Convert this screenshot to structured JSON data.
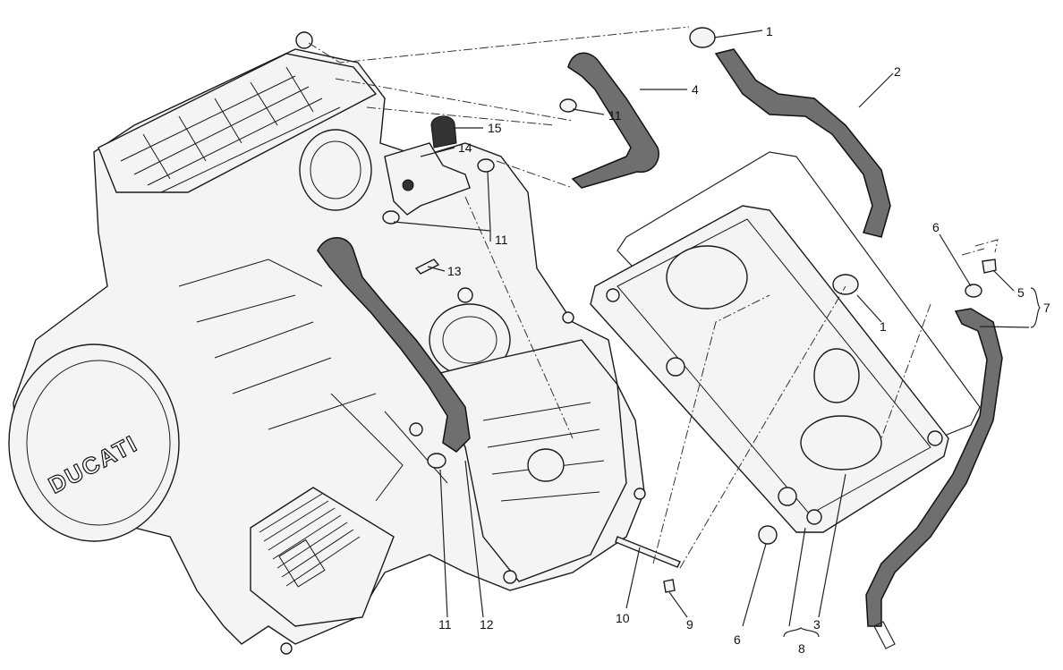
{
  "logo_text": "DUCATI",
  "callouts": [
    {
      "id": "c1a",
      "label": "1"
    },
    {
      "id": "c2",
      "label": "2"
    },
    {
      "id": "c4",
      "label": "4"
    },
    {
      "id": "c11a",
      "label": "11"
    },
    {
      "id": "c15",
      "label": "15"
    },
    {
      "id": "c14",
      "label": "14"
    },
    {
      "id": "c11b",
      "label": "11"
    },
    {
      "id": "c13",
      "label": "13"
    },
    {
      "id": "c6a",
      "label": "6"
    },
    {
      "id": "c5",
      "label": "5"
    },
    {
      "id": "c7",
      "label": "7"
    },
    {
      "id": "c1b",
      "label": "1"
    },
    {
      "id": "c11c",
      "label": "11"
    },
    {
      "id": "c12",
      "label": "12"
    },
    {
      "id": "c10",
      "label": "10"
    },
    {
      "id": "c9",
      "label": "9"
    },
    {
      "id": "c6b",
      "label": "6"
    },
    {
      "id": "c3",
      "label": "3"
    },
    {
      "id": "c8",
      "label": "8"
    }
  ],
  "colors": {
    "hose": "#6f6f6f",
    "outline": "#1a1a1a",
    "background": "#ffffff"
  }
}
